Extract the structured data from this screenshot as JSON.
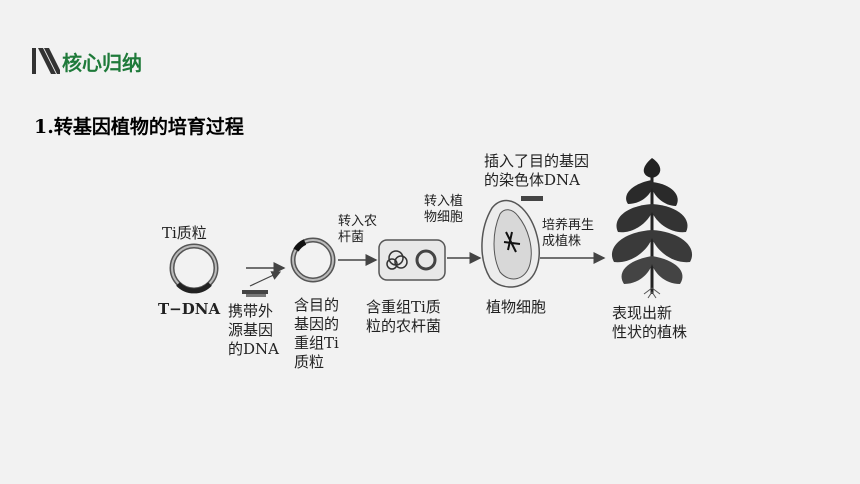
{
  "header": {
    "title": "核心归纳",
    "accent_color": "#1f7a3a"
  },
  "subtitle": "1.转基因植物的培育过程",
  "diagram": {
    "plasmid_label": "Ti质粒",
    "tdna_label": "T−DNA",
    "foreign_dna_label": [
      "携带外",
      "源基因",
      "的DNA"
    ],
    "recombinant_plasmid_label": [
      "含目的",
      "基因的",
      "重组Ti",
      "质粒"
    ],
    "transfer_to_bacteria": [
      "转入农",
      "杆菌"
    ],
    "recombinant_bacteria_label": [
      "含重组Ti质",
      "粒的农杆菌"
    ],
    "transfer_to_plant": [
      "转入植",
      "物细胞"
    ],
    "inserted_chromosome_label": [
      "插入了目的基因",
      "的染色体DNA"
    ],
    "plant_cell_label": "植物细胞",
    "culture_label": [
      "培养再生",
      "成植株"
    ],
    "final_plant_label": [
      "表现出新",
      "性状的植株"
    ]
  }
}
